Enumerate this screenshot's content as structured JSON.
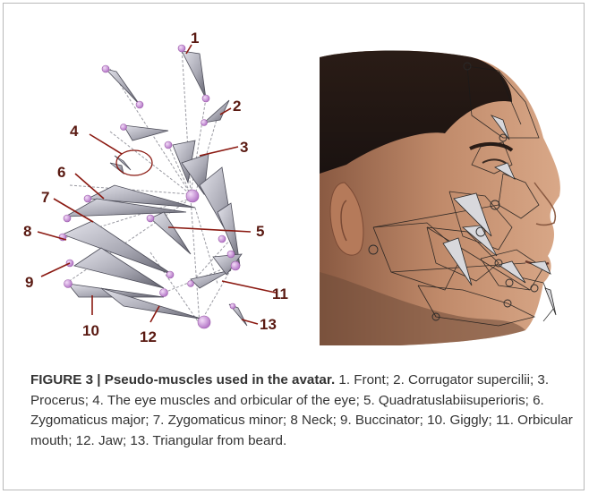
{
  "figure": {
    "labels": [
      "1",
      "2",
      "3",
      "4",
      "5",
      "6",
      "7",
      "8",
      "9",
      "10",
      "11",
      "12",
      "13"
    ],
    "caption_lead": "FIGURE 3 | Pseudo-muscles used in the avatar.",
    "caption_text": " 1. Front; 2. Corrugator supercilii; 3. Procerus; 4. The eye muscles and orbicular of the eye; 5. Quadratuslabiisuperioris; 6. Zygomaticus major; 7. Zygomaticus minor; 8 Neck; 9. Buccinator; 10. Giggly; 11. Orbicular mouth; 12. Jaw; 13. Triangular from beard."
  },
  "colors": {
    "label": "#5a1a12",
    "leader_line": "#8b1a12",
    "muscle_light": "#d4d4dc",
    "muscle_dark": "#7a7a86",
    "joint": "#c88fd6"
  }
}
